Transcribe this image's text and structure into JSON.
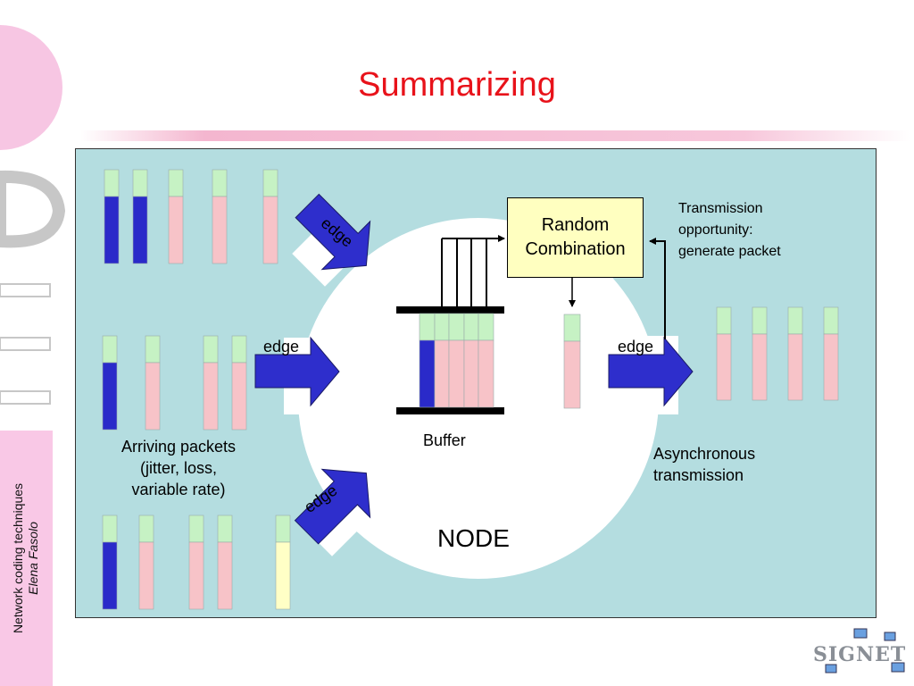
{
  "title": "Summarizing",
  "sidebar": {
    "course": "Network coding techniques",
    "author": "Elena Fasolo"
  },
  "diagram": {
    "edge_label": "edge",
    "node_label": "NODE",
    "buffer_label": "Buffer",
    "random_combination": [
      "Random",
      "Combination"
    ],
    "transmission_note": [
      "Transmission",
      "opportunity:",
      "generate packet"
    ],
    "arriving_note": [
      "Arriving packets",
      "(jitter, loss,",
      "variable rate)"
    ],
    "async_note": [
      "Asynchronous",
      "transmission"
    ]
  },
  "colors": {
    "header": "#c6f2c4",
    "payload_blue": "#2a2ac9",
    "payload_pink": "#f7c3c8",
    "payload_yellow": "#ffffc6",
    "arrow": "#2e2ecc",
    "panel": "#b4dde0",
    "title": "#e8121a"
  },
  "logo": {
    "text": "SIGNET"
  }
}
